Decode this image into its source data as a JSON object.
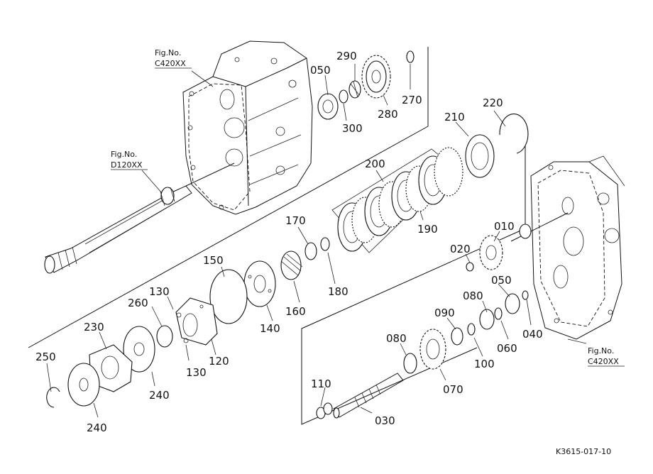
{
  "figure_refs": [
    {
      "id": "c420-top",
      "line1": "Fig.No.",
      "line2": "C420XX"
    },
    {
      "id": "d120",
      "line1": "Fig.No.",
      "line2": "D120XX"
    },
    {
      "id": "c420-right",
      "line1": "Fig.No.",
      "line2": "C420XX"
    }
  ],
  "callouts": {
    "p050a": "050",
    "p290": "290",
    "p270": "270",
    "p280": "280",
    "p300": "300",
    "p220": "220",
    "p210": "210",
    "p200": "200",
    "p190": "190",
    "p170": "170",
    "p180": "180",
    "p150": "150",
    "p160": "160",
    "p140": "140",
    "p130a": "130",
    "p130b": "130",
    "p260": "260",
    "p120": "120",
    "p230": "230",
    "p250": "250",
    "p240a": "240",
    "p240b": "240",
    "p010": "010",
    "p020": "020",
    "p050b": "050",
    "p080a": "080",
    "p090": "090",
    "p040": "040",
    "p060": "060",
    "p100": "100",
    "p080b": "080",
    "p070": "070",
    "p110": "110",
    "p030": "030"
  },
  "drawing_code": "K3615-017-10"
}
